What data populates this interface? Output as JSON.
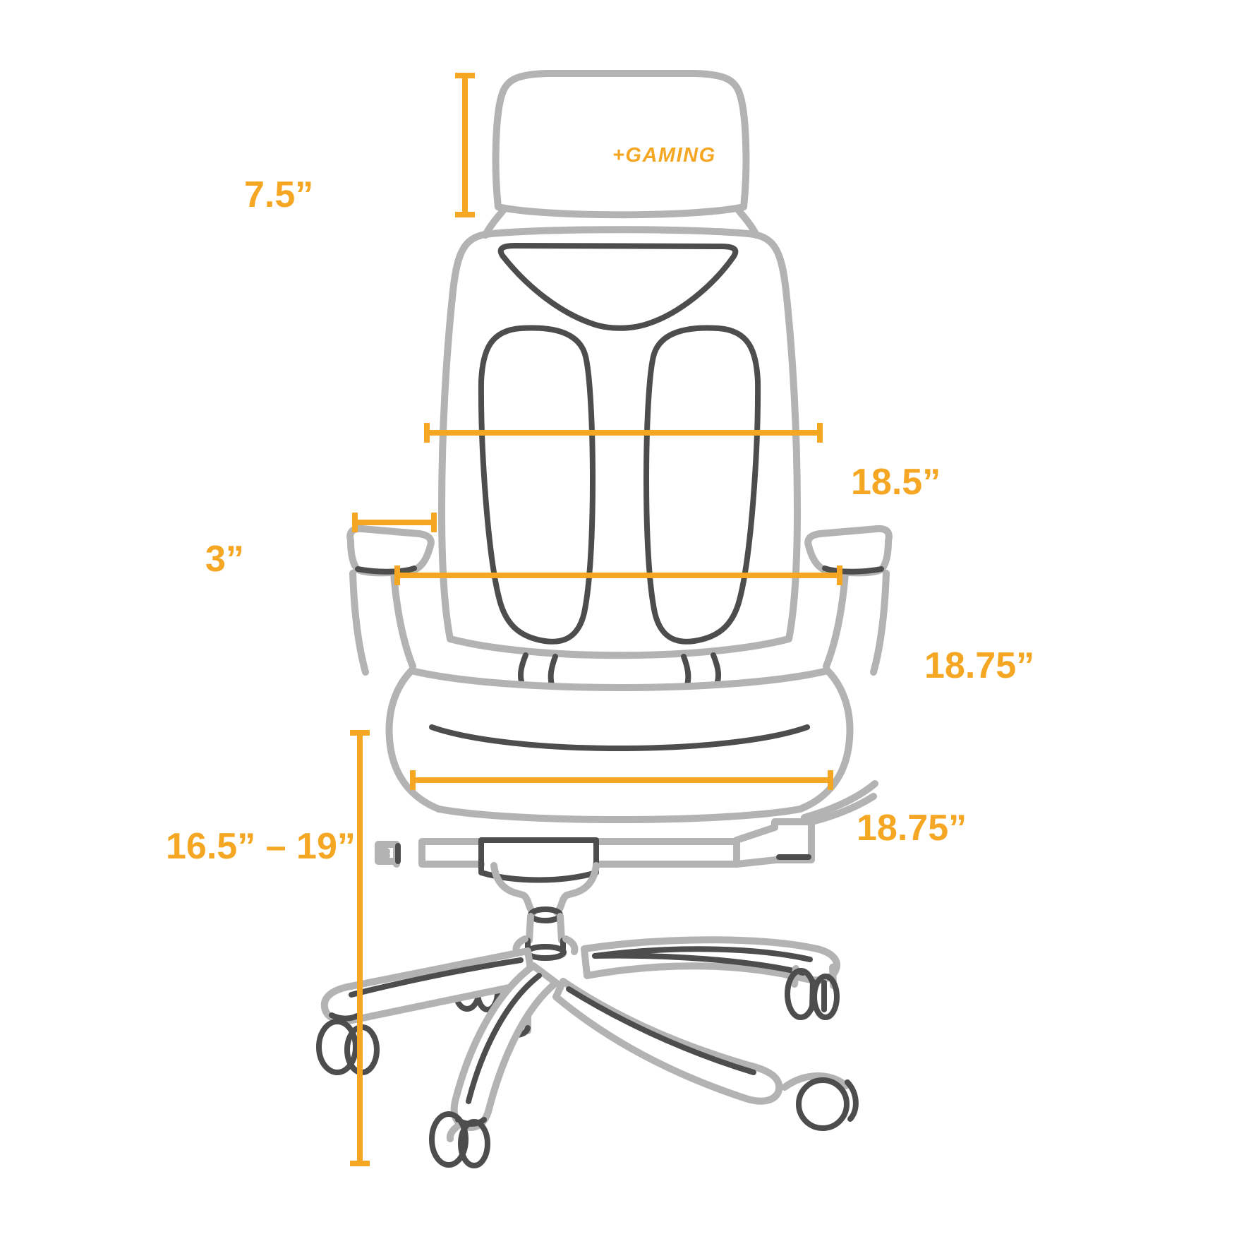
{
  "colors": {
    "accent": "#F5A623",
    "outline_light": "#B3B3B3",
    "outline_dark": "#4D4D4D",
    "background": "#FFFFFF"
  },
  "logo": {
    "text": "+GAMING"
  },
  "labels": {
    "headrest_height": "7.5”",
    "backrest_width": "18.5”",
    "armrest_width": "3”",
    "armrest_span": "18.75”",
    "seat_width": "18.75”",
    "seat_height_range": "16.5” – 19”"
  }
}
